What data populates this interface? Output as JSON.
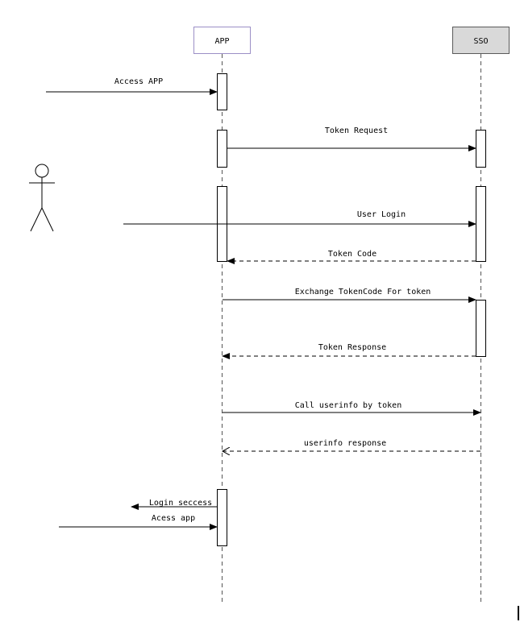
{
  "participants": {
    "app": {
      "label": "APP",
      "border": "#9b8fc6",
      "fill": "#ffffff"
    },
    "sso": {
      "label": "SSO",
      "border": "#5a5a5a",
      "fill": "#d9d9d9"
    }
  },
  "actor": {
    "icon": "stick-figure-user"
  },
  "messages": [
    {
      "label": "Access APP",
      "style": "solid",
      "head": "filled"
    },
    {
      "label": "Token Request",
      "style": "solid",
      "head": "filled"
    },
    {
      "label": "User Login",
      "style": "solid",
      "head": "filled"
    },
    {
      "label": "Token Code",
      "style": "dashed",
      "head": "filled"
    },
    {
      "label": "Exchange TokenCode For token",
      "style": "solid",
      "head": "filled"
    },
    {
      "label": "Token Response",
      "style": "dashed",
      "head": "filled"
    },
    {
      "label": "Call userinfo by token",
      "style": "solid",
      "head": "filled"
    },
    {
      "label": "userinfo response",
      "style": "dashed",
      "head": "open"
    },
    {
      "label": "Login seccess",
      "style": "solid",
      "head": "filled"
    },
    {
      "label": "Acess app",
      "style": "solid",
      "head": "filled"
    }
  ]
}
